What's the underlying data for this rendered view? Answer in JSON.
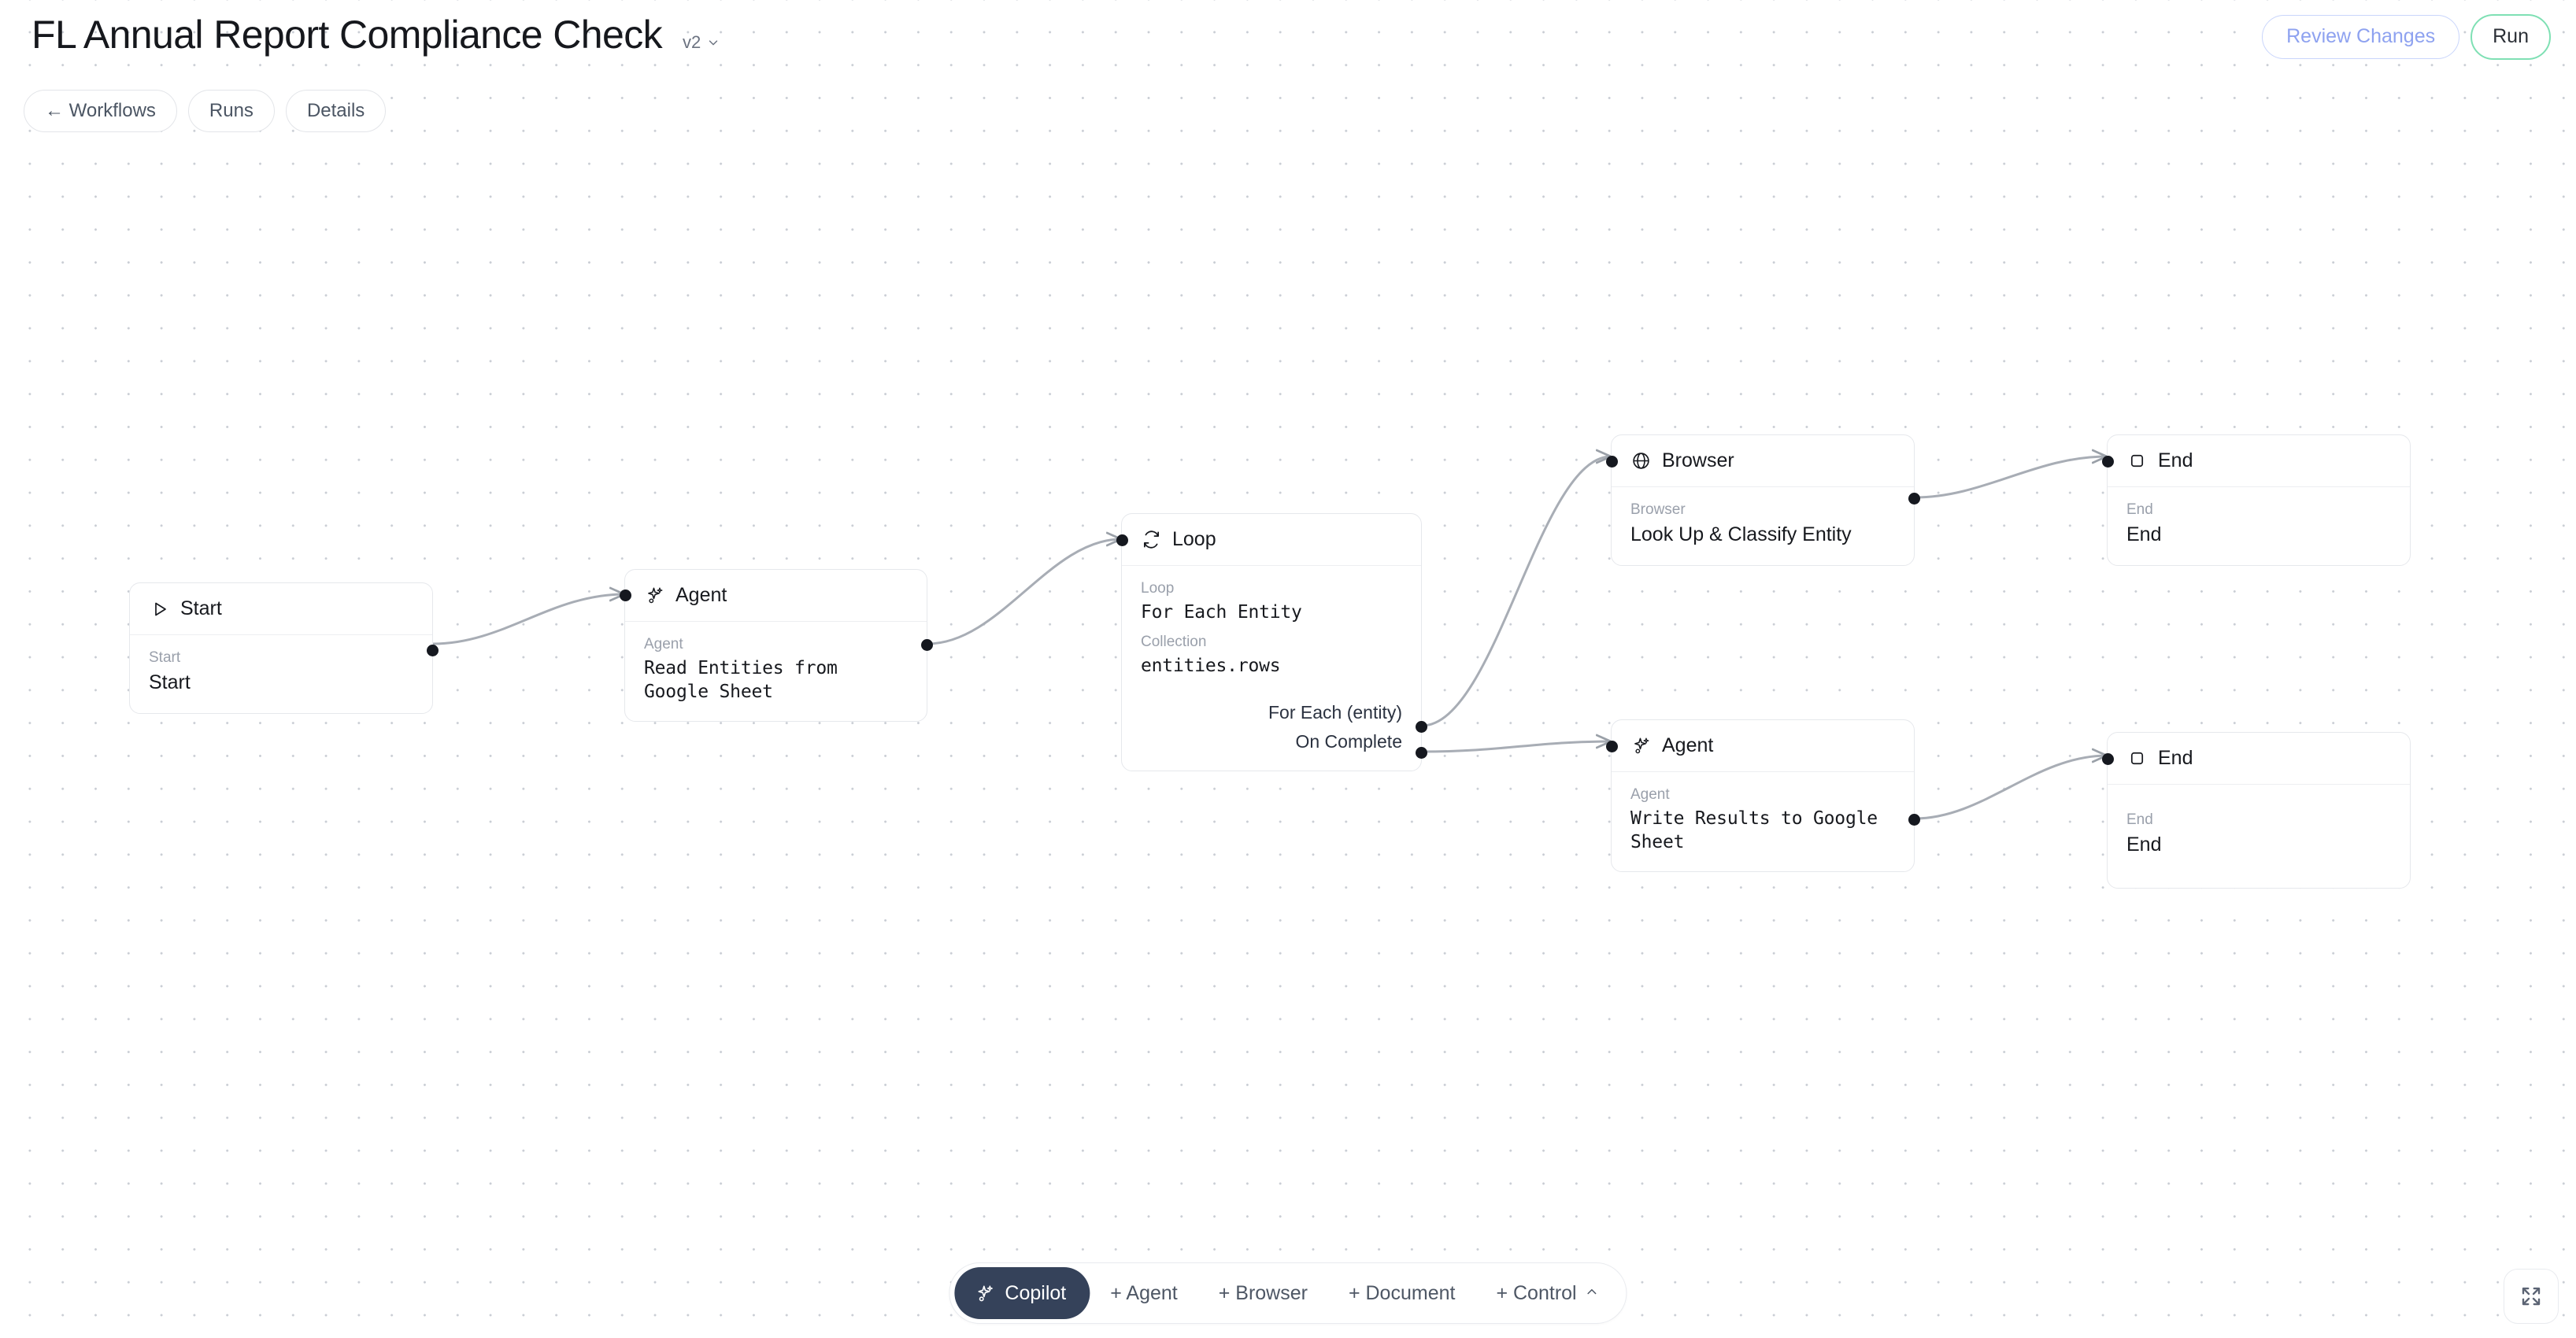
{
  "header": {
    "title": "FL Annual Report Compliance Check",
    "version": "v2",
    "version_icon": "chevron-down-icon",
    "nav": [
      {
        "id": "workflows",
        "label": "← Workflows"
      },
      {
        "id": "runs",
        "label": "Runs"
      },
      {
        "id": "details",
        "label": "Details"
      }
    ],
    "review_changes_label": "Review Changes",
    "run_label": "Run",
    "colors": {
      "review_changes_border": "#c9d5fb",
      "review_changes_text": "#8ea2f0",
      "run_border": "#7fe0b4",
      "copilot_bg": "#35425a"
    }
  },
  "canvas": {
    "nodes": [
      {
        "id": "start",
        "type_label": "Start",
        "icon": "play-triangle-icon",
        "fields": [
          {
            "label": "Start",
            "value": "Start",
            "mono": false
          }
        ]
      },
      {
        "id": "agent-read",
        "type_label": "Agent",
        "icon": "sparkles-icon",
        "fields": [
          {
            "label": "Agent",
            "value": "Read Entities from Google Sheet",
            "mono": true
          }
        ]
      },
      {
        "id": "loop",
        "type_label": "Loop",
        "icon": "refresh-loop-icon",
        "fields": [
          {
            "label": "Loop",
            "value": "For Each Entity",
            "mono": true
          },
          {
            "label": "Collection",
            "value": "entities.rows",
            "mono": true
          }
        ],
        "outputs": [
          {
            "id": "for-each",
            "label": "For Each (entity)"
          },
          {
            "id": "on-complete",
            "label": "On Complete"
          }
        ]
      },
      {
        "id": "browser-lookup",
        "type_label": "Browser",
        "icon": "globe-icon",
        "fields": [
          {
            "label": "Browser",
            "value": "Look Up & Classify Entity",
            "mono": false
          }
        ]
      },
      {
        "id": "end-top",
        "type_label": "End",
        "icon": "stop-square-icon",
        "fields": [
          {
            "label": "End",
            "value": "End",
            "mono": false
          }
        ]
      },
      {
        "id": "agent-write",
        "type_label": "Agent",
        "icon": "sparkles-icon",
        "fields": [
          {
            "label": "Agent",
            "value": "Write Results to Google Sheet",
            "mono": true
          }
        ]
      },
      {
        "id": "end-bottom",
        "type_label": "End",
        "icon": "stop-square-icon",
        "fields": [
          {
            "label": "End",
            "value": "End",
            "mono": false
          }
        ]
      }
    ],
    "edges": [
      {
        "from": "start",
        "to": "agent-read"
      },
      {
        "from": "agent-read",
        "to": "loop"
      },
      {
        "from": "loop:for-each",
        "to": "browser-lookup"
      },
      {
        "from": "loop:on-complete",
        "to": "agent-write"
      },
      {
        "from": "browser-lookup",
        "to": "end-top"
      },
      {
        "from": "agent-write",
        "to": "end-bottom"
      }
    ]
  },
  "toolbar": {
    "copilot_label": "Copilot",
    "copilot_icon": "sparkles-icon",
    "items": [
      {
        "id": "add-agent",
        "label": "+ Agent"
      },
      {
        "id": "add-browser",
        "label": "+ Browser"
      },
      {
        "id": "add-document",
        "label": "+ Document"
      },
      {
        "id": "add-control",
        "label": "+ Control",
        "caret": "chevron-up-icon"
      }
    ],
    "fullscreen_icon": "fullscreen-expand-icon"
  }
}
